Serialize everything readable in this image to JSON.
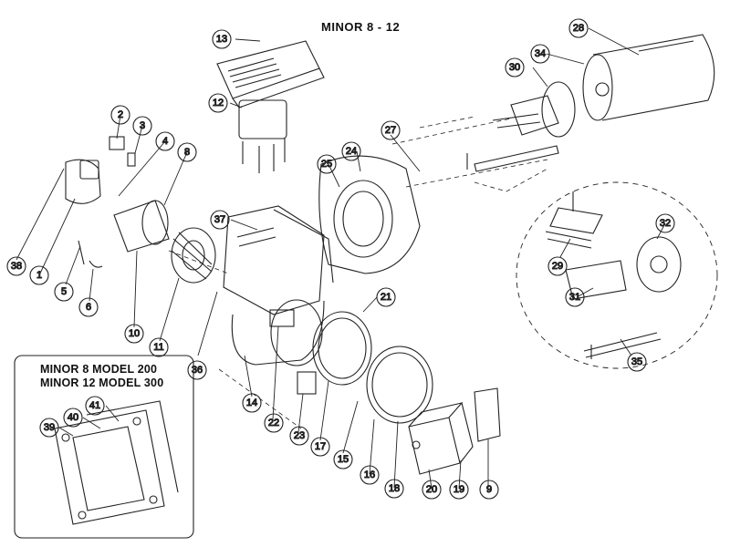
{
  "title": "MINOR 8 - 12",
  "inset": {
    "line1": "MINOR 8 MODEL 200",
    "line2": "MINOR 12 MODEL 300"
  },
  "callouts": {
    "c1": "1",
    "c2": "2",
    "c3": "3",
    "c4": "4",
    "c5": "5",
    "c6": "6",
    "c8": "8",
    "c9": "9",
    "c10": "10",
    "c11": "11",
    "c12": "12",
    "c13": "13",
    "c14": "14",
    "c15": "15",
    "c16": "16",
    "c17": "17",
    "c18": "18",
    "c19": "19",
    "c20": "20",
    "c21": "21",
    "c22": "22",
    "c23": "23",
    "c24": "24",
    "c25": "25",
    "c27": "27",
    "c28": "28",
    "c29": "29",
    "c30": "30",
    "c31": "31",
    "c32": "32",
    "c34": "34",
    "c35": "35",
    "c36": "36",
    "c37": "37",
    "c38": "38",
    "c39": "39",
    "c40": "40",
    "c41": "41"
  }
}
